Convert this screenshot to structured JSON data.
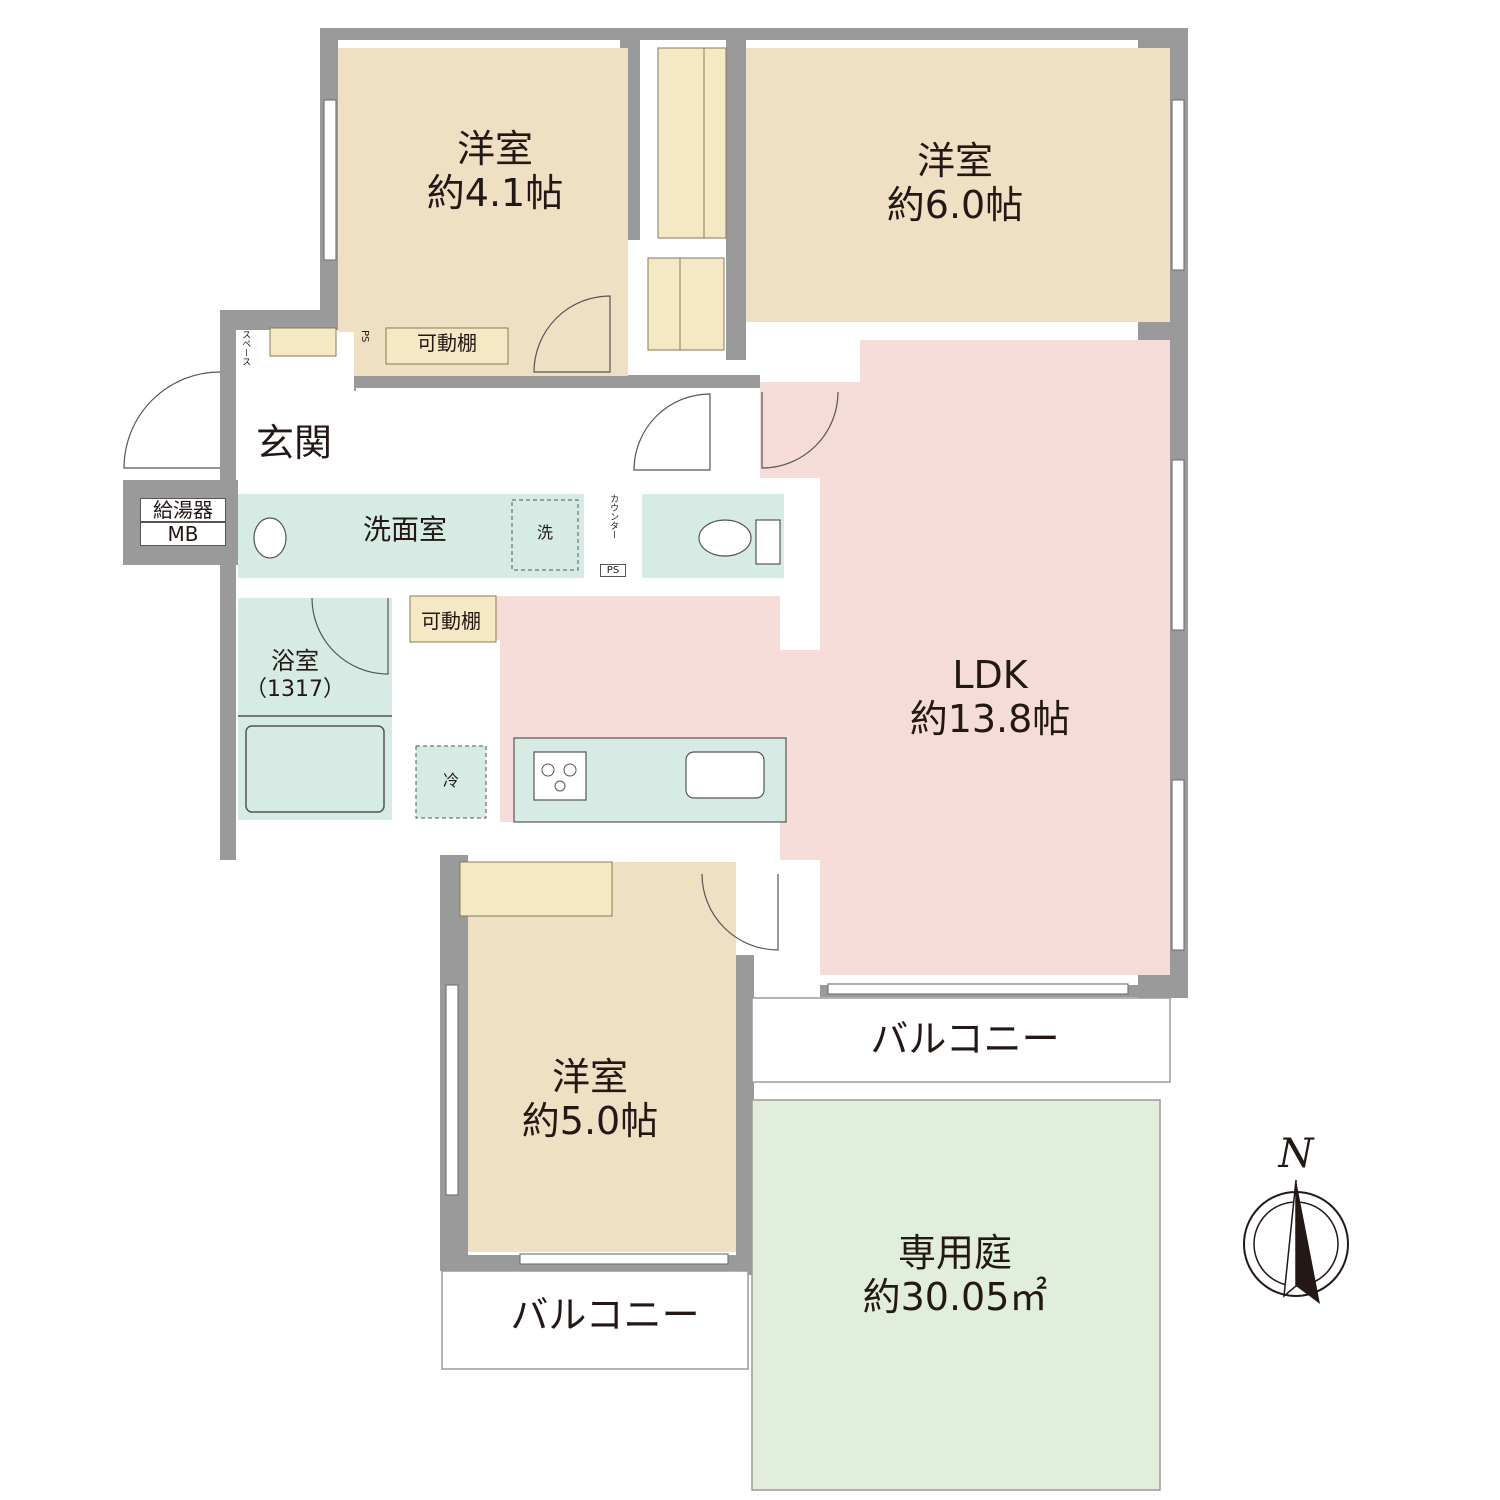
{
  "rooms": {
    "western_4_1": {
      "name": "洋室",
      "size": "約4.1帖"
    },
    "western_6_0": {
      "name": "洋室",
      "size": "約6.0帖"
    },
    "western_5_0": {
      "name": "洋室",
      "size": "約5.0帖"
    },
    "ldk": {
      "name": "LDK",
      "size": "約13.8帖"
    },
    "entrance": {
      "name": "玄関"
    },
    "washroom": {
      "name": "洗面室"
    },
    "bathroom": {
      "name": "浴室",
      "size": "（1317）"
    },
    "garden": {
      "name": "専用庭",
      "size": "約30.05㎡"
    },
    "balcony_east": {
      "name": "バルコニー"
    },
    "balcony_south": {
      "name": "バルコニー"
    }
  },
  "fixtures": {
    "water_heater": "給湯器",
    "meter_box": "MB",
    "shelf_upper": "可動棚",
    "shelf_lower": "可動棚",
    "ps_upper": "PS",
    "ps_lower": "PS",
    "space": "スペース",
    "counter": "カウンター",
    "washer": "洗",
    "fridge": "冷"
  },
  "compass": {
    "north_label": "N"
  },
  "colors": {
    "wall": "#9a9a9a",
    "western_room": "#efdfc3",
    "ldk": "#f6dcd8",
    "wet_area": "#d7ebe5",
    "storage": "#f4e9c4",
    "garden": "#e1eedb",
    "hallway": "#ffffff"
  }
}
